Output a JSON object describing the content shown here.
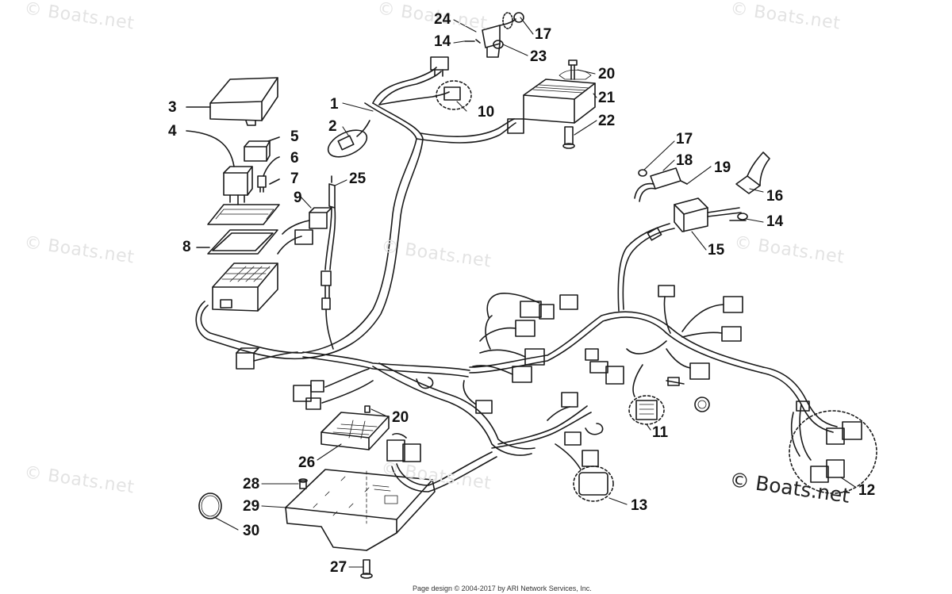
{
  "watermarks": {
    "faint_text": "© Boats.net",
    "main_text": "© Boats.net"
  },
  "callouts": [
    "1",
    "2",
    "3",
    "4",
    "5",
    "6",
    "7",
    "8",
    "9",
    "10",
    "11",
    "12",
    "13",
    "14",
    "14",
    "15",
    "16",
    "17",
    "17",
    "18",
    "19",
    "20",
    "20",
    "21",
    "22",
    "23",
    "24",
    "25",
    "26",
    "27",
    "28",
    "29",
    "30"
  ],
  "footer": {
    "text": "Page design © 2004-2017 by ARI Network Services, Inc."
  },
  "colors": {
    "line": "#1a1a1a",
    "watermark": "#e3e3e3"
  }
}
